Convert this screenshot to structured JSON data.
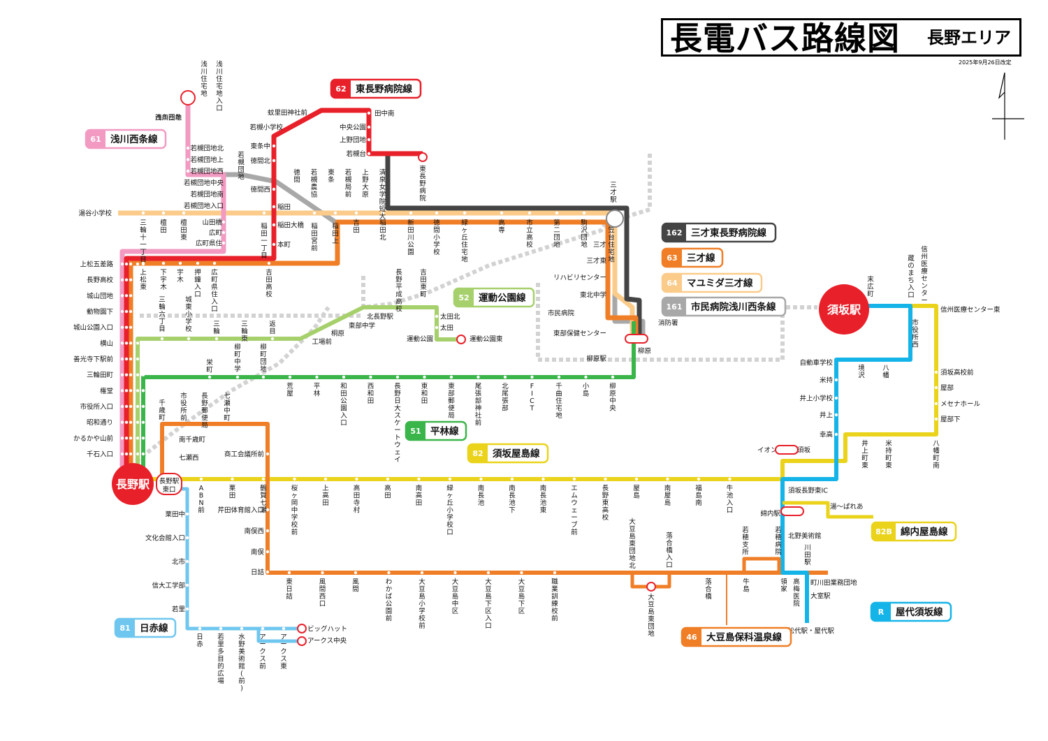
{
  "title": {
    "main": "長電バス路線図",
    "sub": "長野エリア",
    "revised": "2025年9月26日改定"
  },
  "colors": {
    "r61": "#f29ac2",
    "r62": "#e8202a",
    "r162": "#444444",
    "r63": "#f07e26",
    "r64": "#fbcb8a",
    "r161": "#a8a8a8",
    "r52": "#a6d06b",
    "r51": "#3ab54a",
    "r82": "#ead31a",
    "r81": "#6fc7ef",
    "r46": "#f07e26",
    "rR": "#14b4e8",
    "r82B": "#ead31a",
    "rail": "#d2d2d2"
  },
  "legend": [
    {
      "key": "r61",
      "num": "61",
      "name": "浅川西条線"
    },
    {
      "key": "r62",
      "num": "62",
      "name": "東長野病院線"
    },
    {
      "key": "r162",
      "num": "162",
      "name": "三才東長野病院線"
    },
    {
      "key": "r63",
      "num": "63",
      "name": "三才線"
    },
    {
      "key": "r64",
      "num": "64",
      "name": "マユミダ三才線"
    },
    {
      "key": "r161",
      "num": "161",
      "name": "市民病院浅川西条線"
    },
    {
      "key": "r52",
      "num": "52",
      "name": "運動公園線"
    },
    {
      "key": "r51",
      "num": "51",
      "name": "平林線"
    },
    {
      "key": "r82",
      "num": "82",
      "name": "須坂屋島線"
    },
    {
      "key": "r81",
      "num": "81",
      "name": "日赤線"
    },
    {
      "key": "r46",
      "num": "46",
      "name": "大豆島保科温泉線"
    },
    {
      "key": "rR",
      "num": "R",
      "name": "屋代須坂線"
    },
    {
      "key": "r82B",
      "num": "82B",
      "name": "綿内屋島線"
    }
  ],
  "hubs": {
    "nagano": "長野駅",
    "suzaka": "須坂駅",
    "nagano_east": "長野駅東口"
  },
  "stops": {
    "left_column": [
      "上松五差路",
      "長野高校",
      "城山団地",
      "動物園下",
      "城山公園入口",
      "横山",
      "善光寺下駅前",
      "三輪田町",
      "権堂",
      "市役所入口",
      "昭和通り",
      "かるかや山前",
      "千石入口"
    ],
    "r61": [
      "浅川西条",
      "西条団地",
      "浅川住宅地",
      "浅川住宅地入口",
      "若槻団地北",
      "若槻団地上",
      "若槻団地西",
      "若槻団地中央",
      "若槻団地南",
      "若槻団地入口",
      "若槻団地",
      "山田橋",
      "広町",
      "広町県住",
      "湯谷小学校"
    ],
    "r62": [
      "蚊里田神社前",
      "若槻小学校",
      "東条中",
      "徳間北",
      "徳間西",
      "田中南",
      "中央公園",
      "上野団地",
      "若槻台",
      "稲田",
      "稲田大橋",
      "本町",
      "東長野病院"
    ],
    "r62_vertical": [
      "徳間",
      "若槻農協",
      "東条",
      "若槻局前",
      "上野大原",
      "清泉女学院短大"
    ],
    "upper_top": [
      "三輪十一丁目",
      "檀田",
      "檀田東",
      "稲田一丁目",
      "稲田宮前",
      "稲田上",
      "吉田",
      "稲田北",
      "新田川公園",
      "徳間小学校",
      "緑ヶ丘住宅地",
      "高専",
      "市立高校",
      "第二団地",
      "駒沢団地",
      "三笠台住宅地",
      "三才駅"
    ],
    "upper_bottom": [
      "上松東",
      "下宇木",
      "宇木",
      "押鐘入口",
      "広町県住入口",
      "吉田高校",
      "長野平成高校",
      "吉田東町"
    ],
    "right_upper": [
      "三才",
      "三才東",
      "リハビリセンター",
      "東北中学",
      "市民病院",
      "東部保健センター",
      "消防署",
      "柳原",
      "柳原駅"
    ],
    "r52": [
      "三輪六丁目",
      "城東小学校",
      "三輪",
      "三輪東",
      "返目",
      "工場前",
      "桐原",
      "東部中学",
      "北長野駅",
      "太田北",
      "太田",
      "運動公園",
      "運動公園東"
    ],
    "r51": [
      "栄町",
      "柳町中学",
      "柳町団地",
      "荒屋",
      "平林",
      "和田公園入口",
      "西和田",
      "長野日大スケートウェイ",
      "東和田",
      "東部郵便局",
      "尾張部神社前",
      "北尾張部",
      "FICT",
      "千曲住宅地",
      "小島",
      "柳原中央"
    ],
    "orange_lower": [
      "千歳町",
      "市役所前",
      "長野郵便局",
      "七瀬中町",
      "南千歳町",
      "七瀬西",
      "商工会議所前",
      "芹田体育館入口",
      "南俣西",
      "南俣",
      "日詰"
    ],
    "r82": [
      "ABN前",
      "栗田",
      "鶴賀七瀬",
      "桜ヶ岡中学校前",
      "上高田",
      "高田寺村",
      "高田",
      "南高田",
      "緑ヶ丘小学校口",
      "南長池",
      "南長池下",
      "南長池東",
      "エムウェーブ前",
      "長野東高校",
      "屋島",
      "南屋島",
      "福島南",
      "牛池入口"
    ],
    "r46": [
      "東日詰",
      "風間西口",
      "風間",
      "わかば公園前",
      "大豆島小学校前",
      "大豆島中区",
      "大豆島下区入口",
      "大豆島下区",
      "職業訓練校前",
      "大豆島東団地北",
      "大豆島東団地",
      "落合橋入口",
      "落合橋",
      "若穂支所",
      "若穂病院",
      "牛島",
      "綿内駅",
      "領家",
      "高梅医院"
    ],
    "r81": [
      "栗田中",
      "文化会館入口",
      "北市",
      "信大工学部",
      "若里",
      "日赤",
      "若里多目的広場",
      "水野美術館(前)",
      "アークス前",
      "アークス東",
      "ビッグハット",
      "アークス中央"
    ],
    "suzaka": [
      "末広町",
      "信州医療センター",
      "蔵のまち入口",
      "信州医療センター東",
      "市役所西",
      "自動車学校",
      "境沢",
      "八幡",
      "米持",
      "井上小学校",
      "井上",
      "幸高",
      "須坂高校前",
      "屋部",
      "メセナホール",
      "屋部下",
      "八幡町南",
      "井上町東",
      "米持町東",
      "イオンモール須坂",
      "須坂長野東IC",
      "湯〜ぱれあ",
      "北野美術館",
      "川田駅",
      "町川田業務団地",
      "大室駅",
      "至松代駅・屋代駅"
    ]
  }
}
